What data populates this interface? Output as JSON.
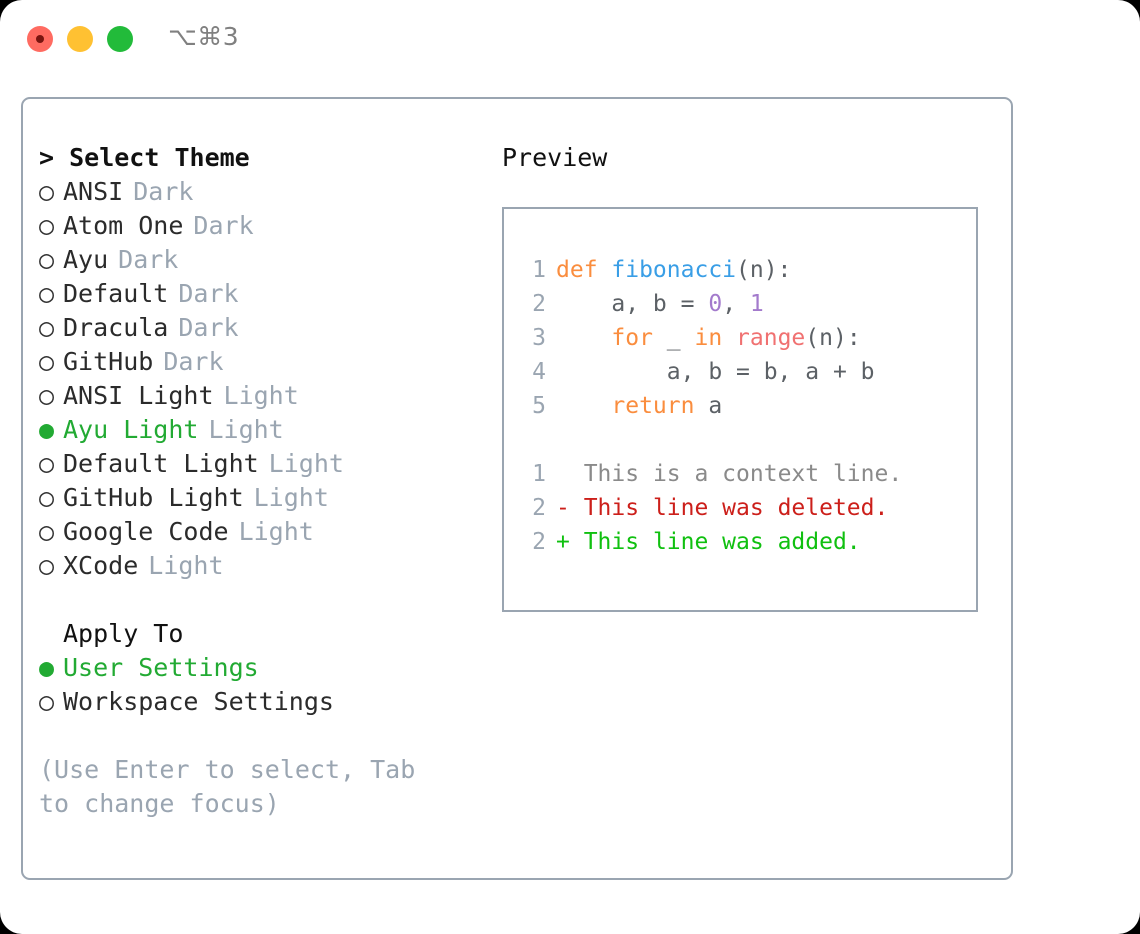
{
  "titlebar": {
    "shortcut": "⌥⌘3",
    "buttons": {
      "close": "close",
      "minimize": "minimize",
      "maximize": "maximize"
    }
  },
  "theme_panel": {
    "heading": "> Select Theme",
    "marker_off": "○",
    "marker_on": "●",
    "items": [
      {
        "marker": "○",
        "label": "ANSI",
        "kind": "Dark",
        "selected": false
      },
      {
        "marker": "○",
        "label": "Atom One",
        "kind": "Dark",
        "selected": false
      },
      {
        "marker": "○",
        "label": "Ayu",
        "kind": "Dark",
        "selected": false
      },
      {
        "marker": "○",
        "label": "Default",
        "kind": "Dark",
        "selected": false
      },
      {
        "marker": "○",
        "label": "Dracula",
        "kind": "Dark",
        "selected": false
      },
      {
        "marker": "○",
        "label": "GitHub",
        "kind": "Dark",
        "selected": false
      },
      {
        "marker": "○",
        "label": "ANSI Light",
        "kind": "Light",
        "selected": false
      },
      {
        "marker": "●",
        "label": "Ayu Light",
        "kind": "Light",
        "selected": true
      },
      {
        "marker": "○",
        "label": "Default Light",
        "kind": "Light",
        "selected": false
      },
      {
        "marker": "○",
        "label": "GitHub Light",
        "kind": "Light",
        "selected": false
      },
      {
        "marker": "○",
        "label": "Google Code",
        "kind": "Light",
        "selected": false
      },
      {
        "marker": "○",
        "label": "XCode",
        "kind": "Light",
        "selected": false
      }
    ]
  },
  "apply_to": {
    "heading": "Apply To",
    "items": [
      {
        "marker": "●",
        "label": "User Settings",
        "selected": true
      },
      {
        "marker": "○",
        "label": "Workspace Settings",
        "selected": false
      }
    ]
  },
  "hint": "(Use Enter to select, Tab to change focus)",
  "preview": {
    "heading": "Preview",
    "code_lines": [
      {
        "lineno": "1",
        "tokens": [
          {
            "text": "def ",
            "type": "kw"
          },
          {
            "text": "fibonacci",
            "type": "fn"
          },
          {
            "text": "(n):",
            "type": "plain"
          }
        ]
      },
      {
        "lineno": "2",
        "tokens": [
          {
            "text": "    a, b = ",
            "type": "plain"
          },
          {
            "text": "0",
            "type": "num"
          },
          {
            "text": ", ",
            "type": "plain"
          },
          {
            "text": "1",
            "type": "num"
          }
        ]
      },
      {
        "lineno": "3",
        "tokens": [
          {
            "text": "    ",
            "type": "plain"
          },
          {
            "text": "for",
            "type": "kw"
          },
          {
            "text": " _ ",
            "type": "plain"
          },
          {
            "text": "in",
            "type": "kw"
          },
          {
            "text": " ",
            "type": "plain"
          },
          {
            "text": "range",
            "type": "builtin"
          },
          {
            "text": "(n):",
            "type": "plain"
          }
        ]
      },
      {
        "lineno": "4",
        "tokens": [
          {
            "text": "        a, b = b, a + b",
            "type": "plain"
          }
        ]
      },
      {
        "lineno": "5",
        "tokens": [
          {
            "text": "    ",
            "type": "plain"
          },
          {
            "text": "return",
            "type": "kw"
          },
          {
            "text": " a",
            "type": "plain"
          }
        ]
      }
    ],
    "diff_lines": [
      {
        "lineno": "1",
        "sign": " ",
        "text": " This is a context line.",
        "type": "ctx"
      },
      {
        "lineno": "2",
        "sign": "-",
        "text": " This line was deleted.",
        "type": "del"
      },
      {
        "lineno": "2",
        "sign": "+",
        "text": " This line was added.",
        "type": "add"
      }
    ]
  },
  "colors": {
    "accent_green": "#22aa33",
    "muted": "#9aa5b1",
    "keyword": "#fa8d3e",
    "function": "#399ee6",
    "number": "#a37acc",
    "builtin": "#f07171",
    "diff_delete": "#cc1f1a",
    "diff_add": "#10c010",
    "border": "#9aa5b1"
  }
}
